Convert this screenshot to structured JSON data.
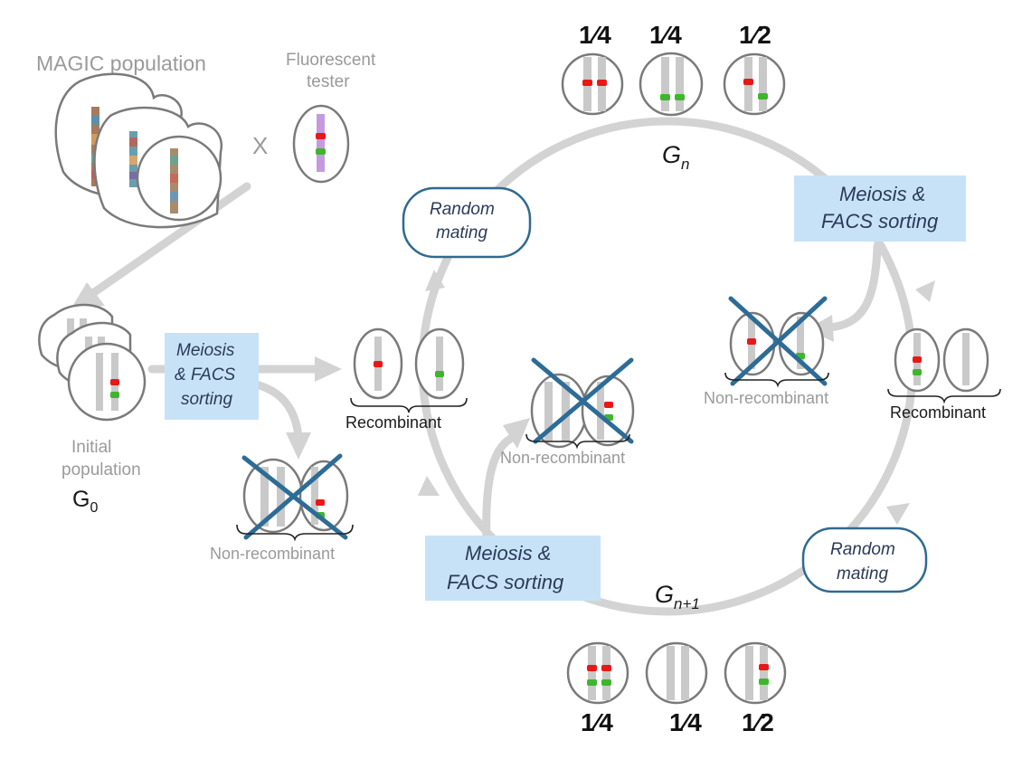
{
  "labels": {
    "magic_population": "MAGIC population",
    "fluorescent_tester_line1": "Fluorescent",
    "fluorescent_tester_line2": "tester",
    "cross": "X",
    "initial_population_line1": "Initial",
    "initial_population_line2": "population",
    "g0": "G",
    "g0_sub": "0",
    "gn": "G",
    "gn_sub": "n",
    "gn1": "G",
    "gn1_sub": "n+1",
    "recombinant": "Recombinant",
    "non_recombinant": "Non-recombinant"
  },
  "boxes": {
    "meiosis_left_line1": "Meiosis",
    "meiosis_left_line2": "& FACS",
    "meiosis_left_line3": "sorting",
    "meiosis_right_line1": "Meiosis &",
    "meiosis_right_line2": "FACS sorting",
    "meiosis_bottom_line1": "Meiosis &",
    "meiosis_bottom_line2": "FACS sorting",
    "random_mating_line1": "Random",
    "random_mating_line2": "mating"
  },
  "fractions": {
    "top": [
      "1⁄4",
      "1⁄4",
      "1⁄2"
    ],
    "bottom": [
      "1⁄4",
      "1⁄4",
      "1⁄2"
    ]
  },
  "colors": {
    "red_marker": "#e81818",
    "green_marker": "#3fb52e",
    "tester_chromosome": "#c59be0",
    "cross_mark": "#2d6c96",
    "box_fill": "#c7e2f6"
  }
}
